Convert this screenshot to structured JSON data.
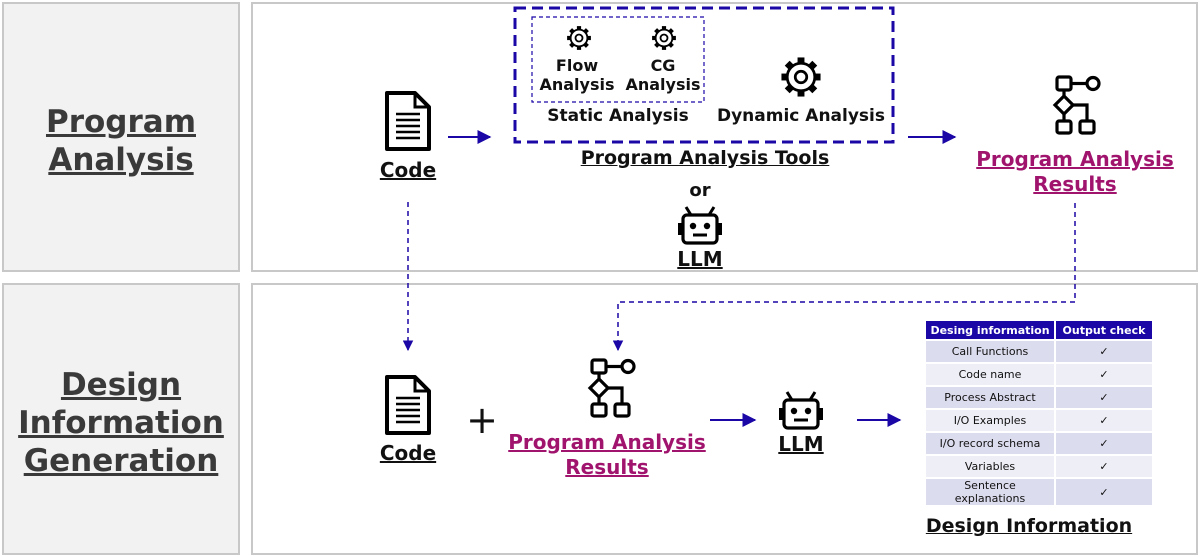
{
  "sections": {
    "program_analysis": {
      "line1": "Program",
      "line2": "Analysis"
    },
    "design_generation": {
      "line1": "Design",
      "line2": "Information",
      "line3": "Generation"
    }
  },
  "top": {
    "code_label": "Code",
    "tools": {
      "flow_line1": "Flow",
      "flow_line2": "Analysis",
      "cg_line1": "CG",
      "cg_line2": "Analysis",
      "static": "Static Analysis",
      "dynamic": "Dynamic Analysis",
      "title": "Program Analysis Tools"
    },
    "or": "or",
    "llm": "LLM",
    "results_line1": "Program Analysis",
    "results_line2": "Results"
  },
  "bottom": {
    "code_label": "Code",
    "plus": "+",
    "results_line1": "Program Analysis",
    "results_line2": "Results",
    "llm": "LLM",
    "table": {
      "headers": [
        "Desing information",
        "Output check"
      ],
      "rows": [
        [
          "Call Functions",
          "✓"
        ],
        [
          "Code name",
          "✓"
        ],
        [
          "Process Abstract",
          "✓"
        ],
        [
          "I/O Examples",
          "✓"
        ],
        [
          "I/O record schema",
          "✓"
        ],
        [
          "Variables",
          "✓"
        ],
        [
          "Sentence explanations",
          "✓"
        ]
      ]
    },
    "design_info_title": "Design Information"
  },
  "colors": {
    "arrow": "#1a07a6",
    "results_text": "#a0146e",
    "table_header": "#1a07a6"
  }
}
